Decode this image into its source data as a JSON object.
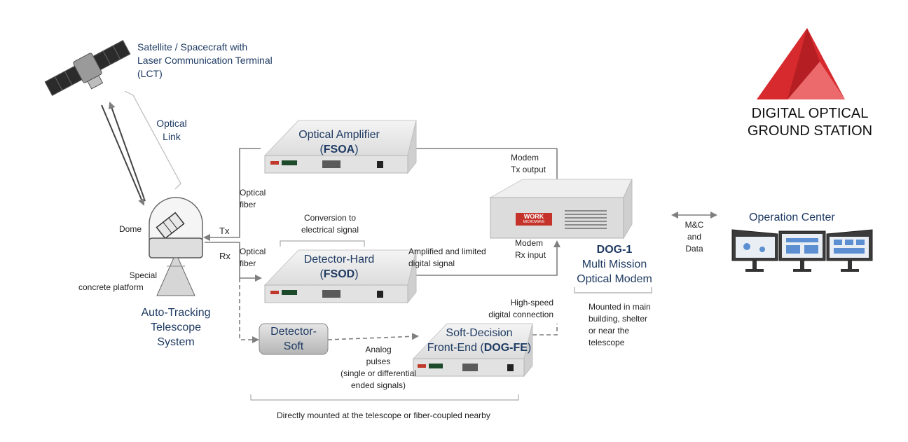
{
  "satellite": {
    "label_lines": [
      "Satellite / Spacecraft with",
      "Laser Communication Terminal",
      "(LCT)"
    ]
  },
  "optical_link": {
    "lines": [
      "Optical",
      "Link"
    ]
  },
  "telescope": {
    "dome": "Dome",
    "platform_lines": [
      "Special",
      "concrete platform"
    ],
    "system_lines": [
      "Auto-Tracking",
      "Telescope",
      "System"
    ],
    "tx": "Tx",
    "rx": "Rx"
  },
  "fiber_top": {
    "lines": [
      "Optical",
      "fiber"
    ]
  },
  "fiber_bottom": {
    "lines": [
      "Optical",
      "fiber"
    ]
  },
  "amplifier": {
    "name": "Optical Amplifier",
    "code": "FSOA"
  },
  "detector_hard": {
    "name": "Detector-Hard",
    "code": "FSOD"
  },
  "conversion": {
    "lines": [
      "Conversion to",
      "electrical signal"
    ]
  },
  "amplified": {
    "lines": [
      "Amplified and limited",
      "digital signal"
    ]
  },
  "detector_soft": {
    "lines": [
      "Detector-",
      "Soft"
    ]
  },
  "analog": {
    "lines": [
      "Analog",
      "pulses",
      "(single or differential",
      "ended signals)"
    ]
  },
  "fe": {
    "line1": "Soft-Decision",
    "line2": "Front-End (",
    "code": "DOG-FE",
    "close": ")"
  },
  "high_speed": {
    "lines": [
      "High-speed",
      "digital connection"
    ]
  },
  "modem_tx": {
    "lines": [
      "Modem",
      "Tx output"
    ]
  },
  "modem_rx": {
    "lines": [
      "Modem",
      "Rx input"
    ]
  },
  "modem_brand": {
    "main": "WORK",
    "sub": "MICROWAVE"
  },
  "dog1": {
    "code": "DOG-1",
    "lines": [
      "Multi Mission",
      "Optical Modem"
    ]
  },
  "mounted": {
    "lines": [
      "Mounted in main",
      "building, shelter",
      "or near the",
      "telescope"
    ]
  },
  "mc": {
    "lines": [
      "M&C",
      "and",
      "Data"
    ]
  },
  "operation": {
    "label": "Operation Center"
  },
  "brand": {
    "lines": [
      "DIGITAL OPTICAL",
      "GROUND STATION"
    ]
  },
  "footer": {
    "label": "Directly mounted at the telescope or fiber-coupled nearby"
  },
  "colors": {
    "navy": "#1f3b63",
    "arrow": "#7f7f7f",
    "logo_red": "#d72a2e",
    "logo_light": "#ec6a6c"
  }
}
